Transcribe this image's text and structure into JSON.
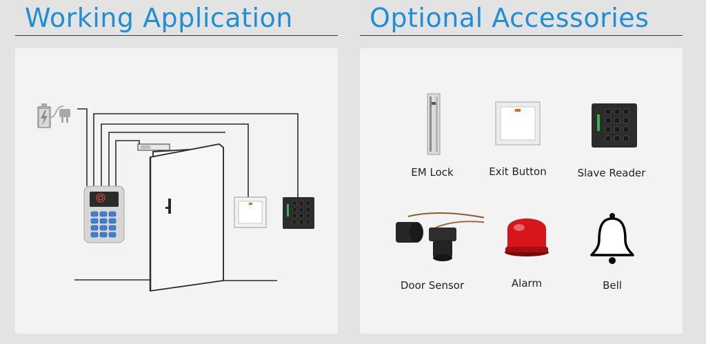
{
  "headings": {
    "working": "Working Application",
    "optional": "Optional Accessories"
  },
  "colors": {
    "accent": "#1e8fd6",
    "wire": "#2a2a2a",
    "alarm_red": "#d6161a"
  },
  "working_application": {
    "icons": [
      "power-supply-icon",
      "em-lock-icon",
      "door-icon",
      "keypad-reader-icon",
      "exit-button-icon",
      "slave-reader-icon"
    ]
  },
  "accessories": [
    {
      "label": "EM Lock",
      "icon": "em-lock-icon"
    },
    {
      "label": "Exit Button",
      "icon": "exit-button-icon"
    },
    {
      "label": "Slave Reader",
      "icon": "slave-reader-icon"
    },
    {
      "label": "Door Sensor",
      "icon": "door-sensor-icon"
    },
    {
      "label": "Alarm",
      "icon": "alarm-icon"
    },
    {
      "label": "Bell",
      "icon": "bell-icon"
    }
  ]
}
